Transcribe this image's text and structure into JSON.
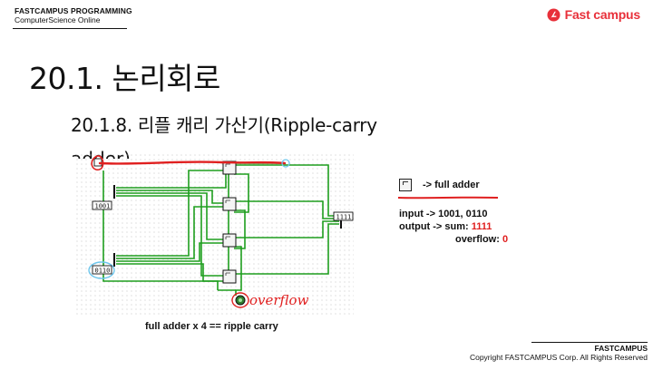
{
  "header": {
    "line1": "FASTCAMPUS PROGRAMMING",
    "line2": "ComputerScience Online"
  },
  "logo": {
    "text": "Fast campus",
    "icon": "fastcampus-logo-icon",
    "color": "#e8303a"
  },
  "slide": {
    "title": "20.1. 논리회로",
    "subtitle": "20.1.8. 리플 캐리 가산기(Ripple-carry",
    "subtitle_cut": "adder)"
  },
  "circuit": {
    "input_a": "1001",
    "input_b": "0110",
    "output": "1111",
    "annotation": "overflow",
    "wire_color": "#1e9e1e",
    "annotation_color": "#e02020"
  },
  "caption": "full adder x 4 == ripple carry",
  "legend": {
    "icon": "full-adder-icon",
    "label": "-> full adder"
  },
  "io": {
    "input_label": "input -> 1001, 0110",
    "output_label": "output -> sum: ",
    "sum_value": "1111",
    "overflow_label": "overflow: ",
    "overflow_value": "0"
  },
  "footer": {
    "line1": "FASTCAMPUS",
    "line2": "Copyright FASTCAMPUS Corp. All Rights Reserved"
  }
}
